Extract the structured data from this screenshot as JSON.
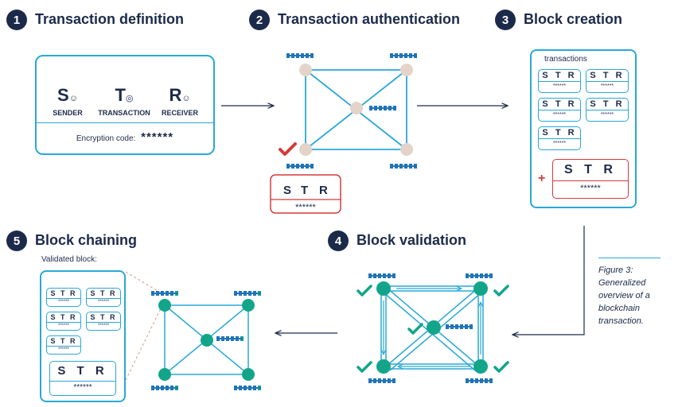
{
  "steps": [
    {
      "num": "1",
      "title": "Transaction definition"
    },
    {
      "num": "2",
      "title": "Transaction authentication"
    },
    {
      "num": "3",
      "title": "Block creation"
    },
    {
      "num": "4",
      "title": "Block validation"
    },
    {
      "num": "5",
      "title": "Block chaining"
    }
  ],
  "definition": {
    "sender_letter": "S",
    "sender_label": "SENDER",
    "transaction_letter": "T",
    "transaction_label": "TRANSACTION",
    "receiver_letter": "R",
    "receiver_label": "RECEIVER",
    "encryption_label": "Encryption code:",
    "encryption_value": "******"
  },
  "str": {
    "s": "S",
    "t": "T",
    "r": "R",
    "code": "******"
  },
  "block": {
    "transactions_label": "transactions",
    "plus": "+"
  },
  "chaining": {
    "validated_label": "Validated block:"
  },
  "caption": {
    "line1": "Figure 3:",
    "line2": "Generalized",
    "line3": "overview of a",
    "line4": "blockchain",
    "line5": "transaction."
  },
  "colors": {
    "navy": "#1c2a4a",
    "blue": "#29a8d8",
    "teal": "#12a58a",
    "red": "#d43a3a",
    "beige": "#e3d3c8"
  }
}
